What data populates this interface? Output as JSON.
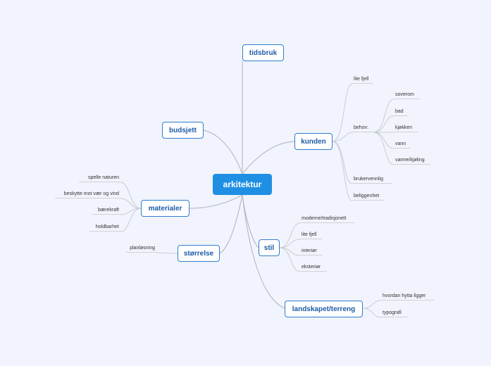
{
  "central": "arkitektur",
  "topics": {
    "tidsbruk": "tidsbruk",
    "budsjett": "budsjett",
    "kunden": "kunden",
    "materialer": "materialer",
    "storrelse": "størrelse",
    "stil": "stil",
    "landskapet": "landskapet/terreng"
  },
  "kunden": {
    "lite_fjell": "lite fjell",
    "behov": "behov:",
    "behov_items": [
      "soverom",
      "bad",
      "kjøkken",
      "vann",
      "varme/kjøling"
    ],
    "brukervennlig": "brukervennlig",
    "beliggenhet": "beliggenhet"
  },
  "materialer": [
    "spelle naturen",
    "beskytte mot vær og vind",
    "bærekraft",
    "holdbarhet"
  ],
  "storrelse": [
    "planløsning"
  ],
  "stil": [
    "moderne/tradisjonelt",
    "lite fjell",
    "interiør",
    "eksteriør"
  ],
  "landskapet": [
    "hvordan hytta ligger",
    "typografi"
  ]
}
